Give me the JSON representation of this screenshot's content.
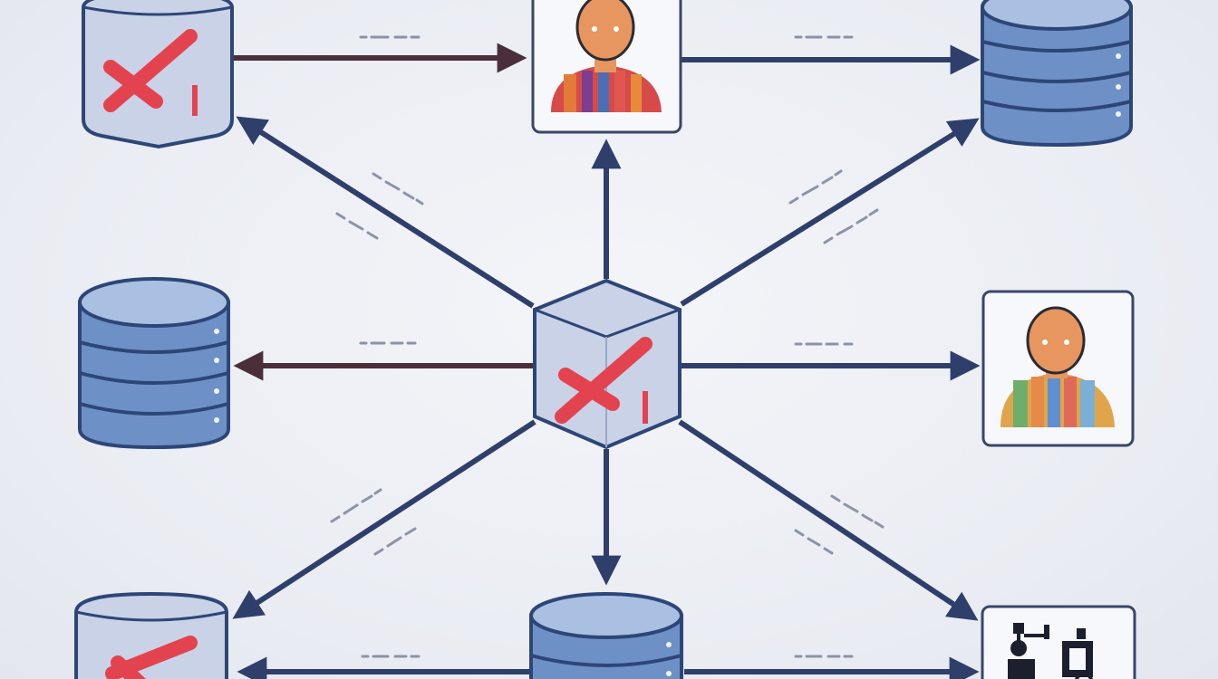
{
  "diagram": {
    "background_color": "#eceef3",
    "colors": {
      "connector_blue": "#2f3f6c",
      "connector_maroon": "#4a2f3b",
      "db_fill": "#6d91c6",
      "db_top": "#a9c0e2",
      "db_stroke": "#2e4677",
      "cube_fill": "#c9d2e6",
      "cube_stroke": "#2e4677",
      "error_mark": "#e2434f",
      "card_border": "#3a4669",
      "dash_gray": "#8b93a8"
    },
    "nodes": [
      {
        "id": "node-top-left",
        "kind": "server-error",
        "icon": "cube-error-icon"
      },
      {
        "id": "node-top-center",
        "kind": "user",
        "icon": "user-avatar-icon"
      },
      {
        "id": "node-top-right",
        "kind": "database",
        "icon": "database-icon"
      },
      {
        "id": "node-mid-left",
        "kind": "database",
        "icon": "database-icon"
      },
      {
        "id": "node-center",
        "kind": "server-error",
        "icon": "cube-error-icon"
      },
      {
        "id": "node-mid-right",
        "kind": "user",
        "icon": "user-avatar-icon"
      },
      {
        "id": "node-bottom-left",
        "kind": "server-error",
        "icon": "cube-error-icon"
      },
      {
        "id": "node-bottom-center",
        "kind": "database",
        "icon": "database-icon"
      },
      {
        "id": "node-bottom-right",
        "kind": "machine",
        "icon": "machinery-icon"
      }
    ],
    "edges": [
      {
        "from": "node-top-left",
        "to": "node-top-center",
        "color": "connector_maroon"
      },
      {
        "from": "node-top-center",
        "to": "node-top-right",
        "color": "connector_blue"
      },
      {
        "from": "node-center",
        "to": "node-top-left",
        "color": "connector_blue"
      },
      {
        "from": "node-center",
        "to": "node-top-center",
        "color": "connector_blue"
      },
      {
        "from": "node-center",
        "to": "node-top-right",
        "color": "connector_blue"
      },
      {
        "from": "node-center",
        "to": "node-mid-left",
        "color": "connector_maroon"
      },
      {
        "from": "node-center",
        "to": "node-mid-right",
        "color": "connector_blue"
      },
      {
        "from": "node-center",
        "to": "node-bottom-left",
        "color": "connector_blue"
      },
      {
        "from": "node-center",
        "to": "node-bottom-center",
        "color": "connector_blue"
      },
      {
        "from": "node-center",
        "to": "node-bottom-right",
        "color": "connector_blue"
      },
      {
        "from": "node-bottom-center",
        "to": "node-bottom-left",
        "color": "connector_blue"
      },
      {
        "from": "node-bottom-center",
        "to": "node-bottom-right",
        "color": "connector_blue"
      }
    ]
  }
}
